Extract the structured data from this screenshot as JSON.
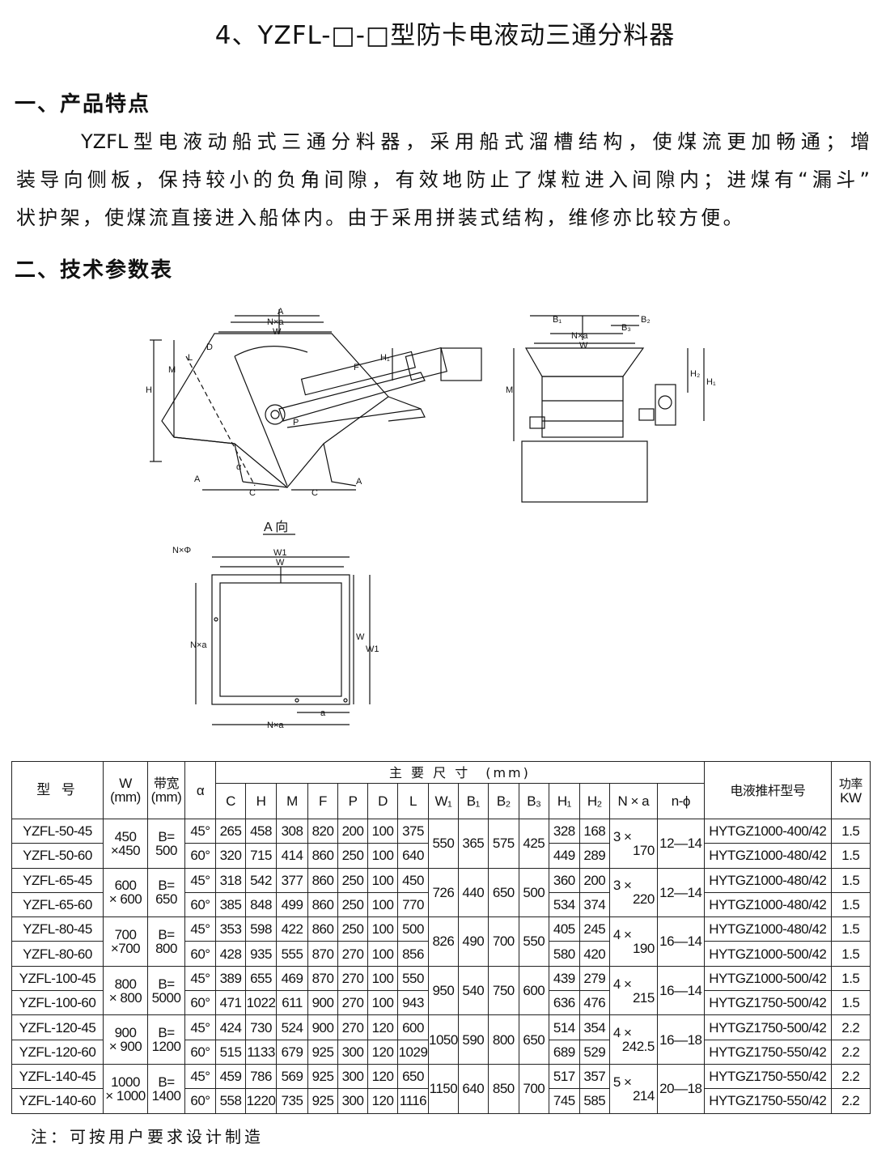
{
  "title": "4、YZFL-□-□型防卡电液动三通分料器",
  "features": {
    "heading": "一、产品特点",
    "lines": [
      "YZFL型电液动船式三通分料器，采用船式溜槽结构，使煤流更加畅通；增",
      "装导向侧板，保持较小的负角间隙，有效地防止了煤粒进入间隙内；进煤有“漏斗”",
      "状护架，使煤流直接进入船体内。由于采用拼装式结构，维修亦比较方便。"
    ]
  },
  "specs_heading": "二、技术参数表",
  "diagrams": {
    "front": {
      "A_top": "A",
      "Nxa": "N×a",
      "W": "W",
      "D": "D",
      "H1": "H₁",
      "L": "L",
      "M": "M",
      "H": "H",
      "F": "F",
      "P": "P",
      "alpha": "α",
      "C1": "C",
      "C2": "C",
      "A_left": "A",
      "A_right": "A"
    },
    "side": {
      "B1": "B₁",
      "B2": "B₂",
      "B3": "B₃",
      "Nxa": "N×a",
      "W": "W",
      "M": "M",
      "H2": "H₂",
      "H1": "H₁"
    },
    "view_a": {
      "title": "A 向",
      "NxPhi": "N×Φ",
      "W1": "W1",
      "W": "W",
      "Nxa_left": "N×a",
      "W_right": "W",
      "W1_right": "W1",
      "a": "a",
      "Nxa_bottom": "N×a"
    }
  },
  "table": {
    "col_model": "型 号",
    "col_w": "W",
    "col_w_unit": "(mm)",
    "col_band": "带宽",
    "col_band_unit": "(mm)",
    "col_alpha": "α",
    "main_dims": "主 要 尺 寸　(mm)",
    "dim_cols": [
      "C",
      "H",
      "M",
      "F",
      "P",
      "D",
      "L",
      "W₁",
      "B₁",
      "B₂",
      "B₃",
      "H₁",
      "H₂",
      "N × a",
      "n-ϕ"
    ],
    "col_pusher": "电液推杆型号",
    "col_power": "功率",
    "col_power_unit": "KW",
    "groups": [
      {
        "w1": "450",
        "w2": "×450",
        "band1": "B=",
        "band2": "500",
        "W1": "550",
        "B1": "365",
        "B2": "575",
        "B3": "425",
        "nxa1": "3 ×",
        "nxa2": "170",
        "nphi": "12—14",
        "rows": [
          {
            "model": "YZFL-50-45",
            "alpha": "45°",
            "C": "265",
            "H": "458",
            "M": "308",
            "F": "820",
            "P": "200",
            "D": "100",
            "L": "375",
            "H1": "328",
            "H2": "168",
            "pusher": "HYTGZ1000-400/42",
            "kw": "1.5"
          },
          {
            "model": "YZFL-50-60",
            "alpha": "60°",
            "C": "320",
            "H": "715",
            "M": "414",
            "F": "860",
            "P": "250",
            "D": "100",
            "L": "640",
            "H1": "449",
            "H2": "289",
            "pusher": "HYTGZ1000-480/42",
            "kw": "1.5"
          }
        ]
      },
      {
        "w1": "600",
        "w2": "× 600",
        "band1": "B=",
        "band2": "650",
        "W1": "726",
        "B1": "440",
        "B2": "650",
        "B3": "500",
        "nxa1": "3 ×",
        "nxa2": "220",
        "nphi": "12—14",
        "rows": [
          {
            "model": "YZFL-65-45",
            "alpha": "45°",
            "C": "318",
            "H": "542",
            "M": "377",
            "F": "860",
            "P": "250",
            "D": "100",
            "L": "450",
            "H1": "360",
            "H2": "200",
            "pusher": "HYTGZ1000-480/42",
            "kw": "1.5"
          },
          {
            "model": "YZFL-65-60",
            "alpha": "60°",
            "C": "385",
            "H": "848",
            "M": "499",
            "F": "860",
            "P": "250",
            "D": "100",
            "L": "770",
            "H1": "534",
            "H2": "374",
            "pusher": "HYTGZ1000-480/42",
            "kw": "1.5"
          }
        ]
      },
      {
        "w1": "700",
        "w2": "×700",
        "band1": "B=",
        "band2": "800",
        "W1": "826",
        "B1": "490",
        "B2": "700",
        "B3": "550",
        "nxa1": "4 ×",
        "nxa2": "190",
        "nphi": "16—14",
        "rows": [
          {
            "model": "YZFL-80-45",
            "alpha": "45°",
            "C": "353",
            "H": "598",
            "M": "422",
            "F": "860",
            "P": "250",
            "D": "100",
            "L": "500",
            "H1": "405",
            "H2": "245",
            "pusher": "HYTGZ1000-480/42",
            "kw": "1.5"
          },
          {
            "model": "YZFL-80-60",
            "alpha": "60°",
            "C": "428",
            "H": "935",
            "M": "555",
            "F": "870",
            "P": "270",
            "D": "100",
            "L": "856",
            "H1": "580",
            "H2": "420",
            "pusher": "HYTGZ1000-500/42",
            "kw": "1.5"
          }
        ]
      },
      {
        "w1": "800",
        "w2": "× 800",
        "band1": "B=",
        "band2": "5000",
        "W1": "950",
        "B1": "540",
        "B2": "750",
        "B3": "600",
        "nxa1": "4 ×",
        "nxa2": "215",
        "nphi": "16—14",
        "rows": [
          {
            "model": "YZFL-100-45",
            "alpha": "45°",
            "C": "389",
            "H": "655",
            "M": "469",
            "F": "870",
            "P": "270",
            "D": "100",
            "L": "550",
            "H1": "439",
            "H2": "279",
            "pusher": "HYTGZ1000-500/42",
            "kw": "1.5"
          },
          {
            "model": "YZFL-100-60",
            "alpha": "60°",
            "C": "471",
            "H": "1022",
            "M": "611",
            "F": "900",
            "P": "270",
            "D": "100",
            "L": "943",
            "H1": "636",
            "H2": "476",
            "pusher": "HYTGZ1750-500/42",
            "kw": "1.5"
          }
        ]
      },
      {
        "w1": "900",
        "w2": "× 900",
        "band1": "B=",
        "band2": "1200",
        "W1": "1050",
        "B1": "590",
        "B2": "800",
        "B3": "650",
        "nxa1": "4 ×",
        "nxa2": "242.5",
        "nphi": "16—18",
        "rows": [
          {
            "model": "YZFL-120-45",
            "alpha": "45°",
            "C": "424",
            "H": "730",
            "M": "524",
            "F": "900",
            "P": "270",
            "D": "120",
            "L": "600",
            "H1": "514",
            "H2": "354",
            "pusher": "HYTGZ1750-500/42",
            "kw": "2.2"
          },
          {
            "model": "YZFL-120-60",
            "alpha": "60°",
            "C": "515",
            "H": "1133",
            "M": "679",
            "F": "925",
            "P": "300",
            "D": "120",
            "L": "1029",
            "H1": "689",
            "H2": "529",
            "pusher": "HYTGZ1750-550/42",
            "kw": "2.2"
          }
        ]
      },
      {
        "w1": "1000",
        "w2": "× 1000",
        "band1": "B=",
        "band2": "1400",
        "W1": "1150",
        "B1": "640",
        "B2": "850",
        "B3": "700",
        "nxa1": "5 ×",
        "nxa2": "214",
        "nphi": "20—18",
        "rows": [
          {
            "model": "YZFL-140-45",
            "alpha": "45°",
            "C": "459",
            "H": "786",
            "M": "569",
            "F": "925",
            "P": "300",
            "D": "120",
            "L": "650",
            "H1": "517",
            "H2": "357",
            "pusher": "HYTGZ1750-550/42",
            "kw": "2.2"
          },
          {
            "model": "YZFL-140-60",
            "alpha": "60°",
            "C": "558",
            "H": "1220",
            "M": "735",
            "F": "925",
            "P": "300",
            "D": "120",
            "L": "1116",
            "H1": "745",
            "H2": "585",
            "pusher": "HYTGZ1750-550/42",
            "kw": "2.2"
          }
        ]
      }
    ]
  },
  "note": "注：可按用户要求设计制造"
}
